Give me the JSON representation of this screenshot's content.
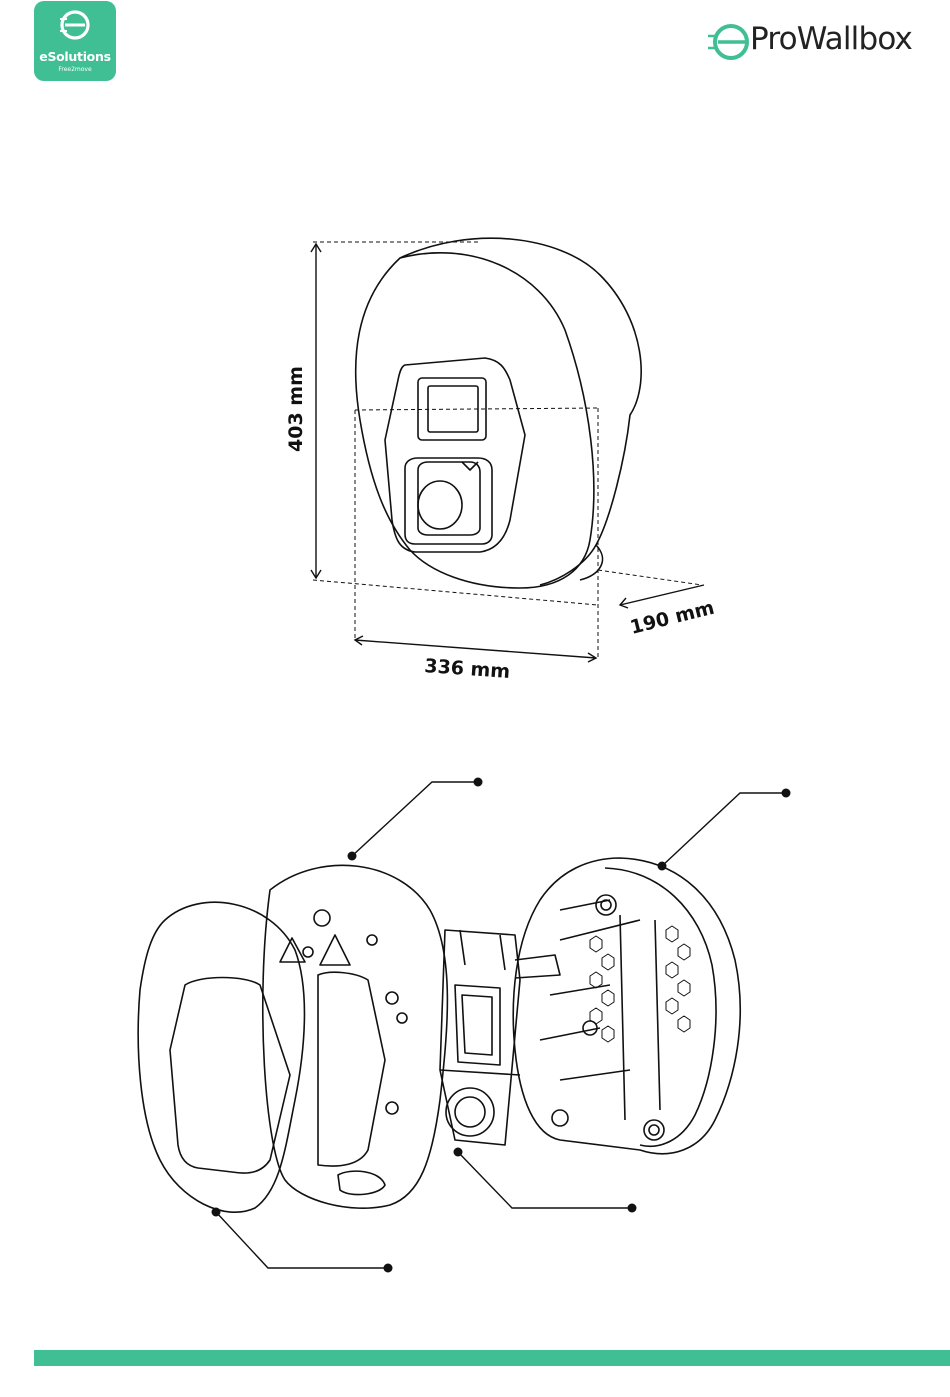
{
  "header": {
    "left_logo": {
      "brand": "eSolutions",
      "sub": "Free2move",
      "icon": "e-plug-icon",
      "color": "#3fbf93"
    },
    "right_logo": {
      "brand": "ProWallbox",
      "icon": "e-plug-icon",
      "color": "#3fbf93"
    }
  },
  "dimensions": {
    "height": "403 mm",
    "width": "336 mm",
    "depth": "190 mm"
  },
  "footer": {
    "color": "#3fbf93"
  }
}
